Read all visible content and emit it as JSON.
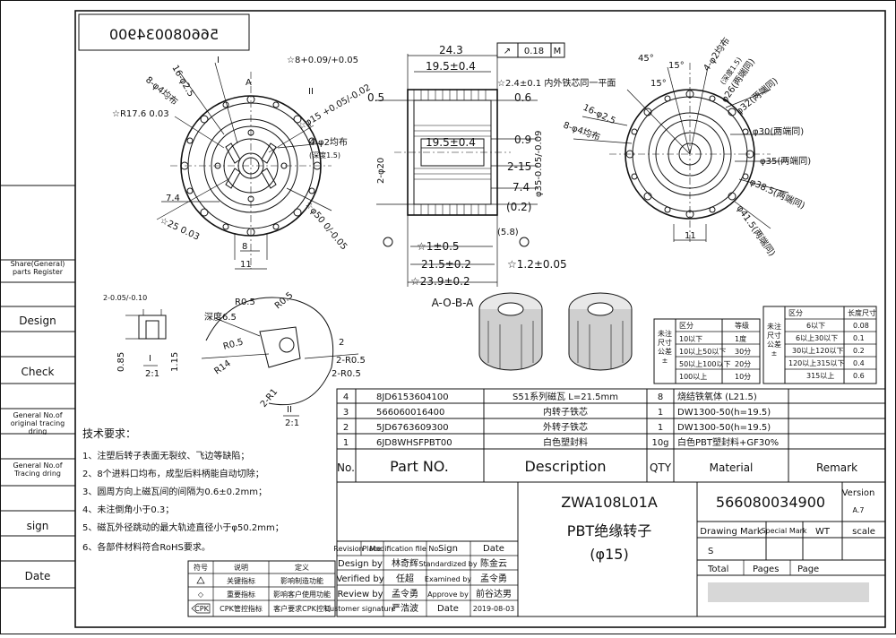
{
  "drawing_number_mirrored": "566080034900",
  "left_strip": {
    "share_register": "Share(General) parts Register",
    "design": "Design",
    "check": "Check",
    "original_tracing": "General No.of original tracing dring",
    "tracing": "General No.of Tracing dring",
    "sign": "sign",
    "date": "Date"
  },
  "views": {
    "section_title": "A-O-B-A",
    "section_dims": [
      "24.3",
      "19.5±0.4",
      "0.5",
      "0.6",
      "19.5±0.4",
      "0.9",
      "2-15",
      "φ35-0.05/-0.09",
      "7.4",
      "(0.2)",
      "2-φ20",
      "(5.8)",
      "☆1±0.5",
      "21.5±0.2",
      "☆1.2±0.05",
      "☆23.9±0.2"
    ],
    "section_gdt": [
      "↗",
      "0.18",
      "M"
    ],
    "section_note": "☆2.4±0.1 内外铁芯同一平面",
    "left_view_labels": [
      "☆8+0.09/+0.05",
      "16-φ2.5",
      "8-φ4均布",
      "I",
      "A",
      "II",
      "☆R17.6 0.03",
      "☆φ15 +0.05/-0.02",
      "4-φ2均布",
      "(深度1.5)",
      "7.4",
      "☆25 0.03",
      "☆φ50 0/-0.05",
      "8",
      "11"
    ],
    "right_view_labels": [
      "45°",
      "15°",
      "15°",
      "4-φ2均布",
      "(深度1.5)",
      "φ26(两端同)",
      "16-φ2.5",
      "8-φ4均布",
      "φ32(两端同)",
      "φ30(两端同)",
      "φ35(两端同)",
      "φ38.5(两端同)",
      "φ41.5(两端同)",
      "11"
    ],
    "detail_one_labels": [
      "2-0.05/-0.10",
      "I",
      "2:1",
      "0.85",
      "1.15"
    ],
    "detail_two_labels": [
      "R0.5",
      "R0.5",
      "深度6.5",
      "R0.5",
      "2",
      "2-R0.5",
      "2-R0.5",
      "R14",
      "2-R1",
      "II",
      "2:1"
    ]
  },
  "tolerance_table_1": {
    "side_label": "未注尺寸公差±",
    "headers": [
      "区分",
      "等级"
    ],
    "rows": [
      [
        "10以下",
        "1度"
      ],
      [
        "10以上50以下",
        "30分"
      ],
      [
        "50以上100以下",
        "20分"
      ],
      [
        "100以上",
        "10分"
      ]
    ]
  },
  "tolerance_table_2": {
    "side_label": "未注尺寸公差±",
    "headers": [
      "区分",
      "长度尺寸"
    ],
    "rows": [
      [
        "6以下",
        "0.08"
      ],
      [
        "6以上30以下",
        "0.1"
      ],
      [
        "30以上120以下",
        "0.2"
      ],
      [
        "120以上315以下",
        "0.4"
      ],
      [
        "315以上",
        "0.6"
      ]
    ]
  },
  "tech_requirements": {
    "title": "技术要求：",
    "items": [
      "1、注塑后转子表面无裂纹、飞边等缺陷；",
      "2、8个进料口均布，成型后料柄能自动切除；",
      "3、圆周方向上磁瓦间的间隔为0.6±0.2mm；",
      "4、未注倒角小于0.3；",
      "5、磁瓦外径跳动的最大轨迹直径小于φ50.2mm；",
      "6、各部件材料符合RoHS要求。"
    ]
  },
  "legend_table": {
    "headers": [
      "符号",
      "说明",
      "定义"
    ],
    "rows": [
      [
        "",
        "关键指标",
        "影响制造功能"
      ],
      [
        "◇",
        "重要指标",
        "影响客户使用功能"
      ],
      [
        "CPK",
        "CPK管控指标",
        "客户要求CPK控制"
      ]
    ]
  },
  "bom": {
    "rows": [
      [
        "4",
        "8JD6153604100",
        "S51系列磁瓦 L=21.5mm",
        "8",
        "烧结铁氧体 (L21.5)",
        ""
      ],
      [
        "3",
        "566060016400",
        "内转子铁芯",
        "1",
        "DW1300-50(h=19.5)",
        ""
      ],
      [
        "2",
        "5JD6763609300",
        "外转子铁芯",
        "1",
        "DW1300-50(h=19.5)",
        ""
      ],
      [
        "1",
        "6JD8WHSFPBT00",
        "白色塑封料",
        "10g",
        "白色PBT塑封料+GF30%",
        ""
      ]
    ],
    "headers": [
      "No.",
      "Part NO.",
      "Description",
      "QTY",
      "Material",
      "Remark"
    ]
  },
  "title_block": {
    "model": "ZWA108L01A",
    "part_number": "566080034900",
    "name": "PBT绝缘转子",
    "size": "(φ15)",
    "version_label": "Version",
    "version_value": "A.7",
    "revision_headers": [
      "Revision",
      "Place",
      "Modification file No.",
      "Sign",
      "Date"
    ],
    "design_by_label": "Design by",
    "design_by": "林奇辉",
    "standardized_label": "Standardized by",
    "standardized_by": "陈金云",
    "verified_label": "Verified by",
    "verified_by": "任超",
    "examined_label": "Examined by",
    "examined_by": "孟令勇",
    "review_label": "Review by",
    "review_by": "孟令勇",
    "approve_label": "Approve by",
    "approve_by": "前谷达男",
    "customer_label": "Customer signature",
    "customer_sign": "严浩波",
    "date_label": "Date",
    "date_value": "2019-08-03",
    "drawing_mark_label": "Drawing Mark",
    "special_mark_label": "Special Mark",
    "wt_label": "WT",
    "scale_label": "scale",
    "drawing_mark_value": "S",
    "total_label": "Total",
    "pages_label": "Pages",
    "page_label": "Page"
  }
}
